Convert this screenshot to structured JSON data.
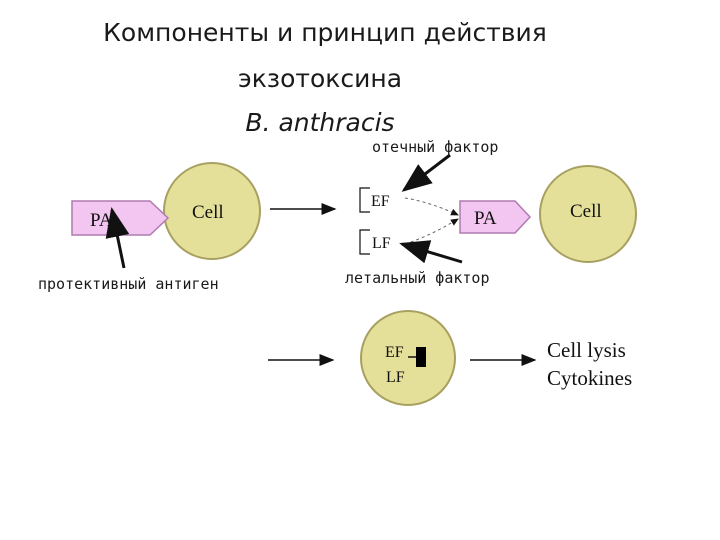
{
  "title": {
    "line1": "Компоненты  и принцип действия",
    "line2": "экзотоксина",
    "line3": "B. anthracis"
  },
  "labels": {
    "edema_factor": "отечный фактор",
    "protective_antigen": "протективный антиген",
    "lethal_factor": "летальный фактор"
  },
  "diagram": {
    "pa": "PA",
    "cell": "Cell",
    "ef": "EF",
    "lf": "LF",
    "result_line1": "Cell lysis",
    "result_line2": "Cytokines"
  },
  "colors": {
    "cell_fill": "#e4e09a",
    "cell_stroke": "#a8a060",
    "pa_fill": "#f2c6f0",
    "pa_stroke": "#b07ab0"
  }
}
